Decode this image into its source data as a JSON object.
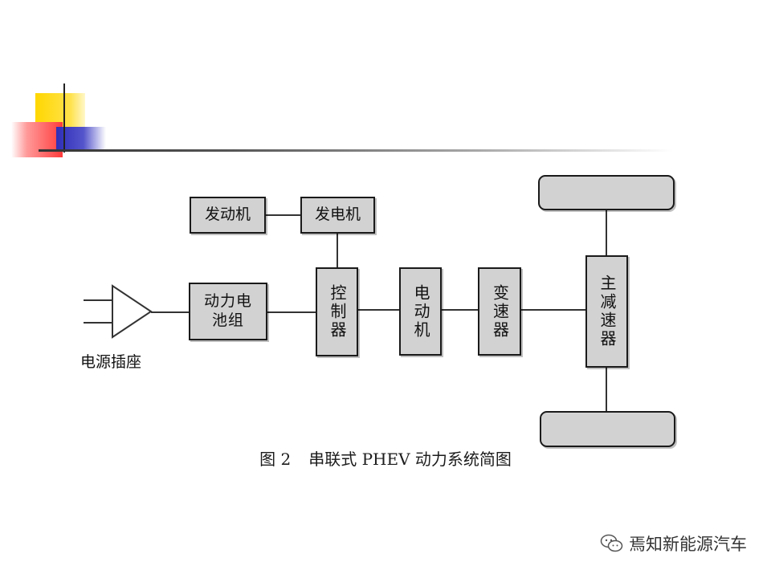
{
  "diagram": {
    "boxes": {
      "engine": "发动机",
      "generator": "发电机",
      "battery": "动力电池组",
      "controller": "控制器",
      "motor": "电动机",
      "gearbox": "变速器",
      "final_drive": "主减速器",
      "wheel_top": "",
      "wheel_bottom": ""
    },
    "plug_label": "电源插座",
    "caption": {
      "number": "图 2",
      "text": "串联式 PHEV 动力系统简图"
    }
  },
  "watermark": {
    "text": "焉知新能源汽车",
    "icon": "wechat-icon"
  },
  "colors": {
    "box_fill": "#d2d2d2",
    "border": "#1a1a1a",
    "deco_yellow": "#ffd700",
    "deco_red": "#ff3b3b",
    "deco_blue": "#2e2eb8"
  }
}
